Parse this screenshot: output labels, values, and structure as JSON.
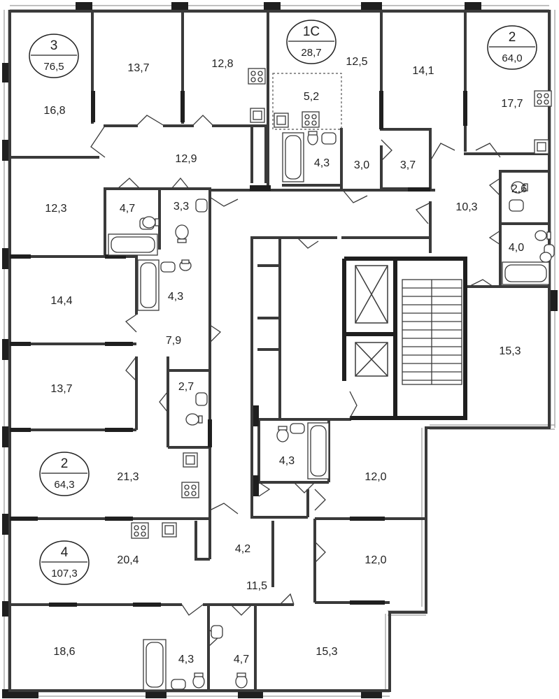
{
  "colors": {
    "wall": "#3a3a3a",
    "wall_dark": "#1f1f1f",
    "window": "#9a9a9a",
    "text": "#222222",
    "background": "#ffffff"
  },
  "units": [
    {
      "id": "u3",
      "rooms": "3",
      "area": "76,5"
    },
    {
      "id": "u1c",
      "rooms": "1С",
      "area": "28,7"
    },
    {
      "id": "u2a",
      "rooms": "2",
      "area": "64,0"
    },
    {
      "id": "u2b",
      "rooms": "2",
      "area": "64,3"
    },
    {
      "id": "u4",
      "rooms": "4",
      "area": "107,3"
    }
  ],
  "rooms": [
    {
      "id": "r1",
      "area": "16,8"
    },
    {
      "id": "r2",
      "area": "13,7"
    },
    {
      "id": "r3",
      "area": "12,8"
    },
    {
      "id": "r4",
      "area": "12,5"
    },
    {
      "id": "r5",
      "area": "5,2"
    },
    {
      "id": "r6",
      "area": "14,1"
    },
    {
      "id": "r7",
      "area": "17,7"
    },
    {
      "id": "r8",
      "area": "12,9"
    },
    {
      "id": "r9",
      "area": "4,3"
    },
    {
      "id": "r10",
      "area": "3,0"
    },
    {
      "id": "r11",
      "area": "3,7"
    },
    {
      "id": "r12",
      "area": "2,6"
    },
    {
      "id": "r13",
      "area": "12,3"
    },
    {
      "id": "r14",
      "area": "4,7"
    },
    {
      "id": "r15",
      "area": "3,3"
    },
    {
      "id": "r16",
      "area": "10,3"
    },
    {
      "id": "r17",
      "area": "4,0"
    },
    {
      "id": "r18",
      "area": "14,4"
    },
    {
      "id": "r19",
      "area": "4,3"
    },
    {
      "id": "r20",
      "area": "7,9"
    },
    {
      "id": "r21",
      "area": "15,3"
    },
    {
      "id": "r22",
      "area": "13,7"
    },
    {
      "id": "r23",
      "area": "2,7"
    },
    {
      "id": "r24",
      "area": "21,3"
    },
    {
      "id": "r25",
      "area": "4,3"
    },
    {
      "id": "r26",
      "area": "12,0"
    },
    {
      "id": "r27",
      "area": "12,0"
    },
    {
      "id": "r28",
      "area": "4,2"
    },
    {
      "id": "r29",
      "area": "20,4"
    },
    {
      "id": "r30",
      "area": "11,5"
    },
    {
      "id": "r31",
      "area": "18,6"
    },
    {
      "id": "r32",
      "area": "4,3"
    },
    {
      "id": "r33",
      "area": "4,7"
    },
    {
      "id": "r34",
      "area": "15,3"
    }
  ]
}
